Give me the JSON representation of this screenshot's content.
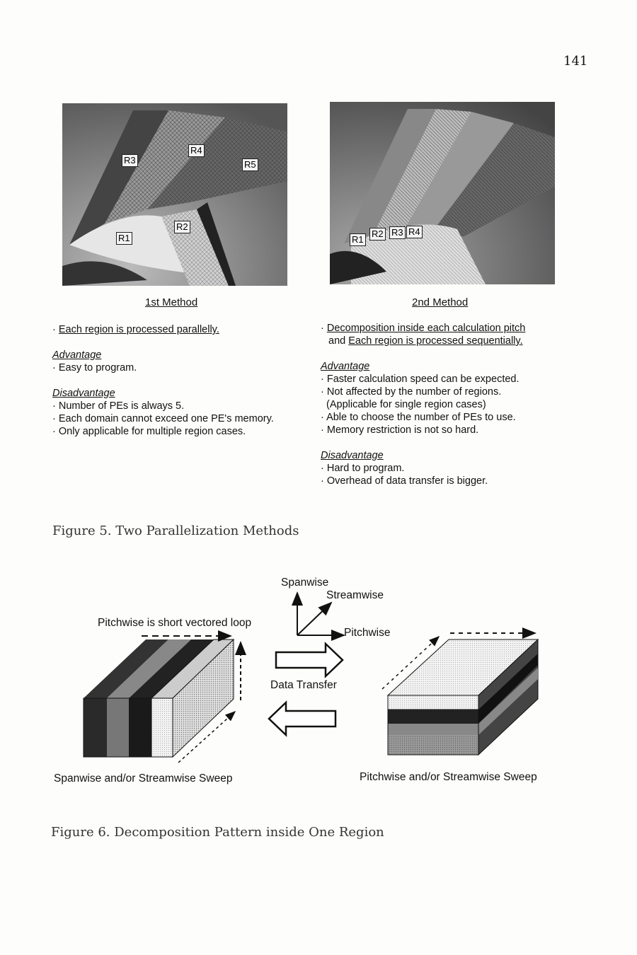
{
  "page_number": "141",
  "figure5": {
    "caption": "Figure 5. Two Parallelization Methods",
    "method1": {
      "title": "1st Method",
      "region_labels": [
        "R1",
        "R2",
        "R3",
        "R4",
        "R5"
      ],
      "bullet": "Each region is processed parallelly.",
      "advantage_heading": "Advantage",
      "advantages": [
        "Easy to program."
      ],
      "disadvantage_heading": "Disadvantage",
      "disadvantages": [
        "Number of PEs is always 5.",
        "Each domain cannot exceed one PE's memory.",
        "Only applicable for multiple region cases."
      ]
    },
    "method2": {
      "title": "2nd Method",
      "region_labels": [
        "R1",
        "R2",
        "R3",
        "R4"
      ],
      "bullet_line1": "Decomposition inside each calculation pitch",
      "bullet_line2_prefix": "and ",
      "bullet_line2_underlined": "Each region is processed sequentially.",
      "advantage_heading": "Advantage",
      "advantages": [
        "Faster calculation speed can be expected.",
        "Not affected by the number of regions.",
        "(Applicable for single region cases)",
        "Able to choose the number of PEs to use.",
        "Memory restriction is not so hard."
      ],
      "disadvantage_heading": "Disadvantage",
      "disadvantages": [
        "Hard to program.",
        "Overhead of data transfer is bigger."
      ]
    }
  },
  "figure6": {
    "caption": "Figure 6. Decomposition Pattern inside One Region",
    "axes": {
      "spanwise": "Spanwise",
      "streamwise": "Streamwise",
      "pitchwise": "Pitchwise"
    },
    "left_note": "Pitchwise is short vectored loop",
    "transfer_label": "Data Transfer",
    "left_caption": "Spanwise and/or Streamwise Sweep",
    "right_caption": "Pitchwise and/or Streamwise Sweep"
  }
}
